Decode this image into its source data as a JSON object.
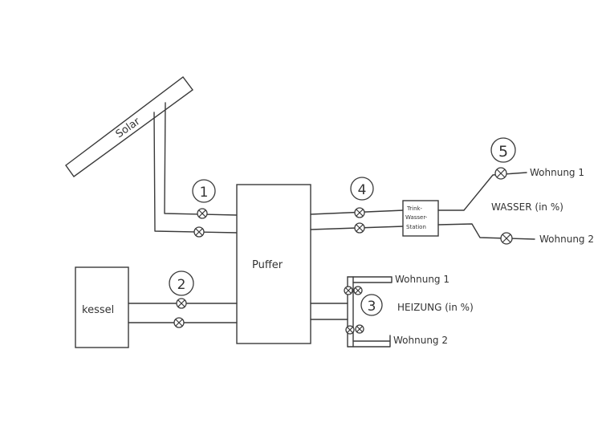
{
  "labels": {
    "solar": "Solar",
    "kessel": "kessel",
    "puffer": "Puffer",
    "station_line1": "Trink-",
    "station_line2": "Wasser-",
    "station_line3": "Station",
    "wasser": "WASSER (in %)",
    "heizung": "HEIZUNG (in %)",
    "wohnung1_water": "Wohnung 1",
    "wohnung2_water": "Wohnung 2",
    "wohnung1_heat": "Wohnung 1",
    "wohnung2_heat": "Wohnung 2"
  },
  "markers": {
    "m1": "1",
    "m2": "2",
    "m3": "3",
    "m4": "4",
    "m5": "5"
  },
  "colors": {
    "ink": "#3a3a3a",
    "paper": "#ffffff"
  }
}
